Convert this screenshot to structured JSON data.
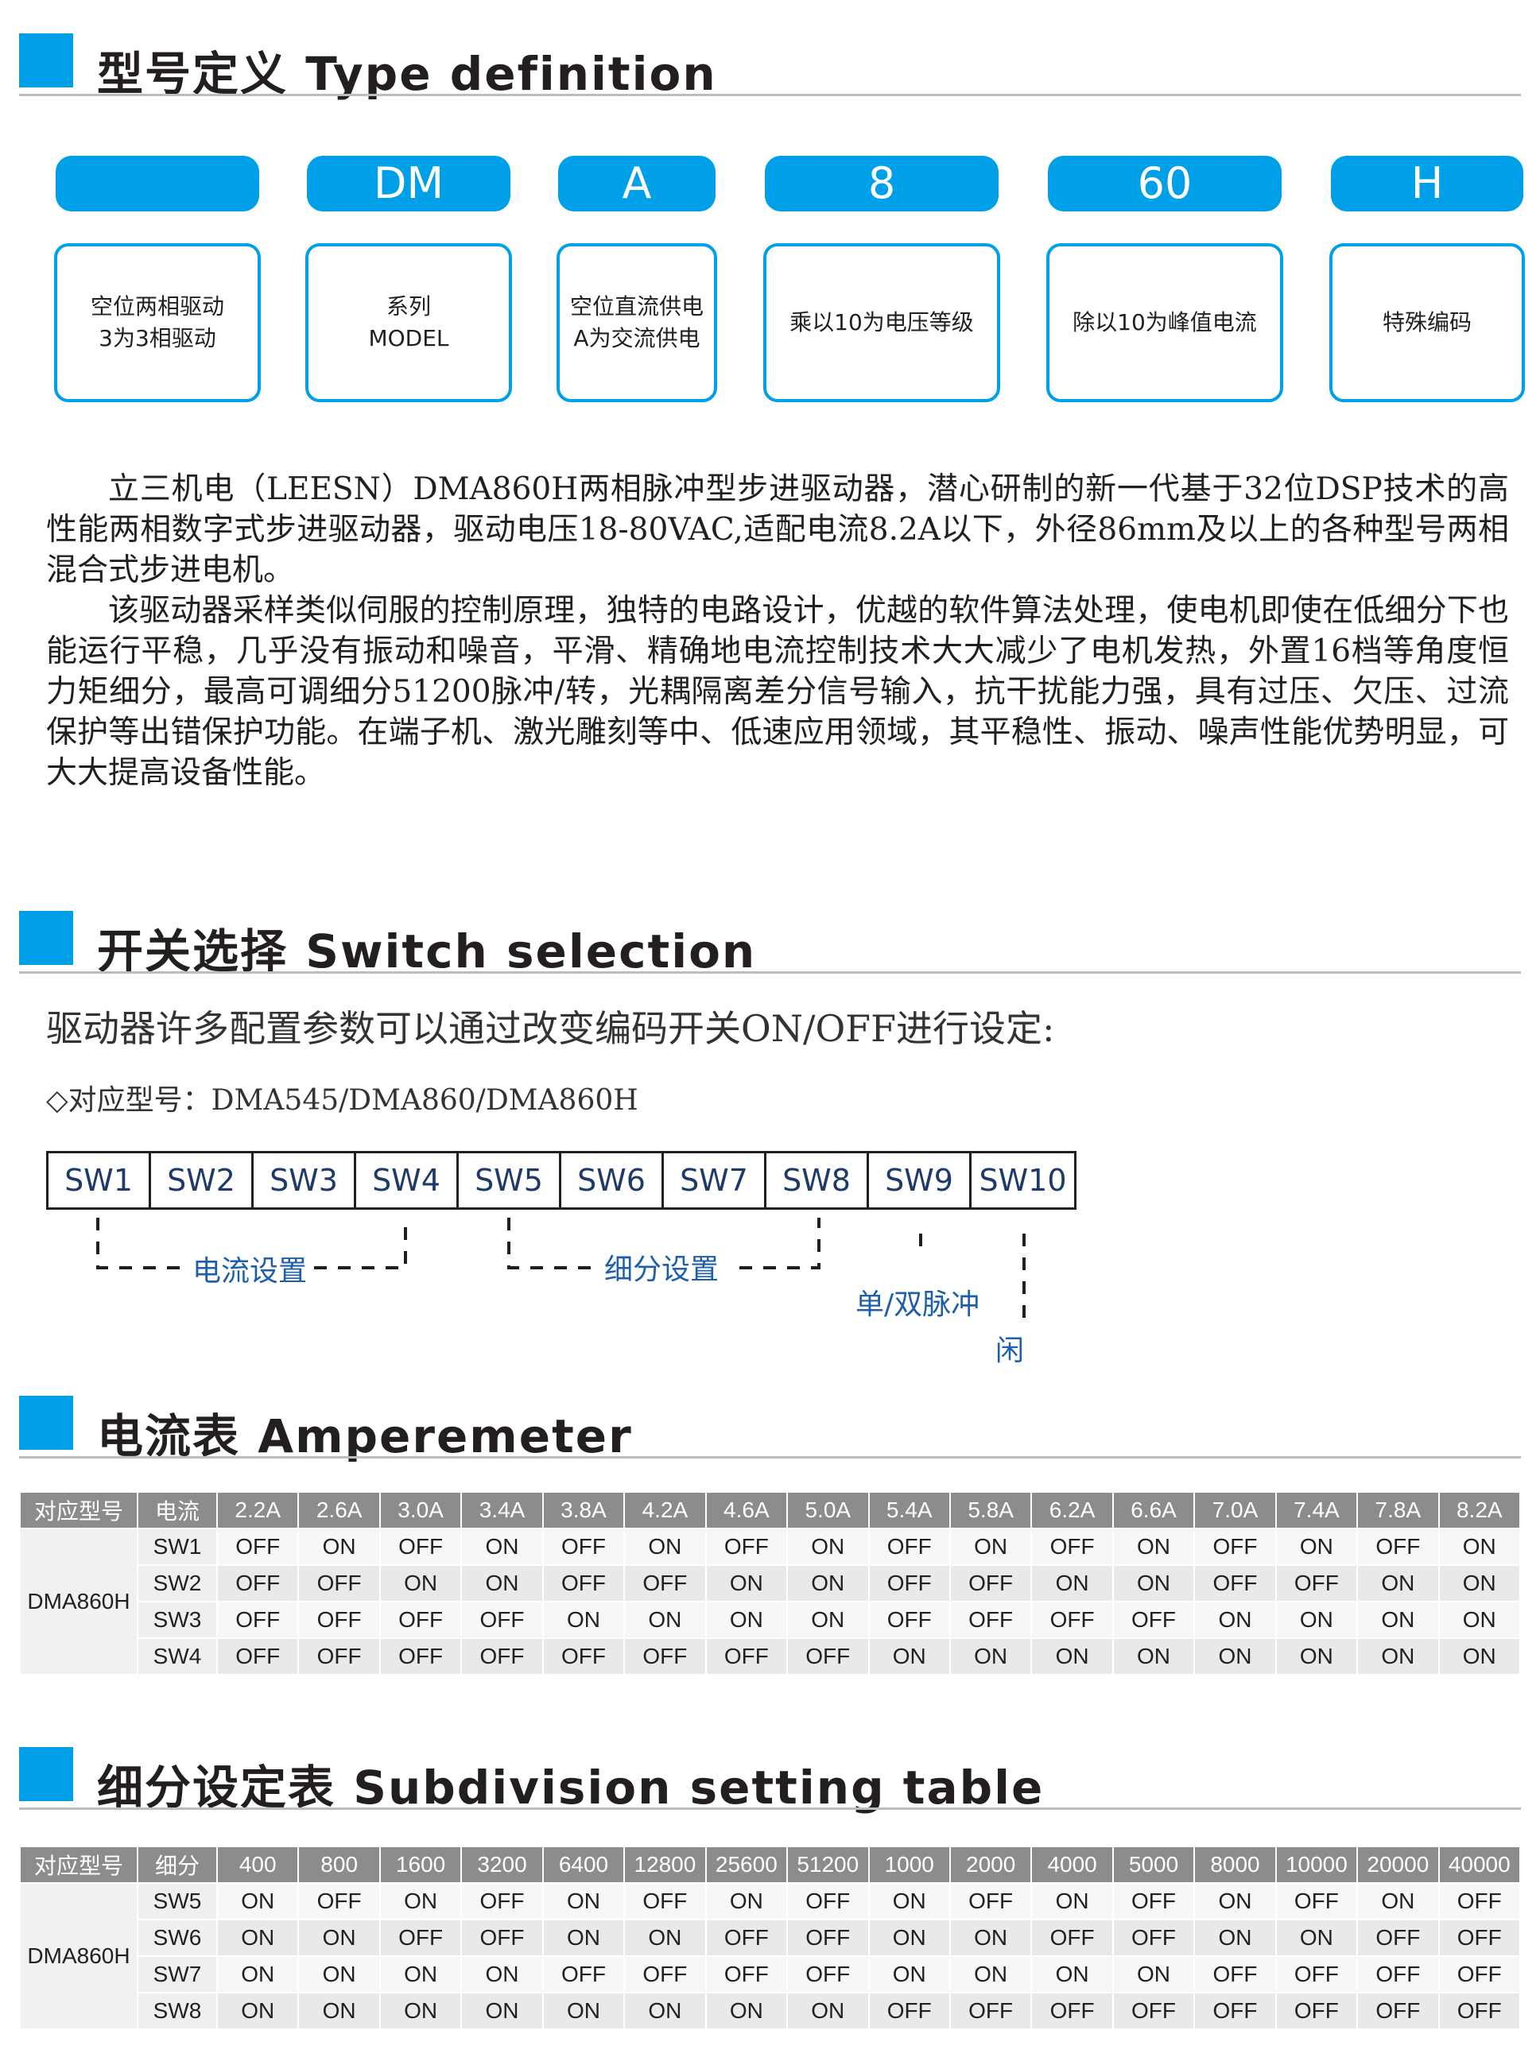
{
  "type_definition": {
    "title": "型号定义  Type definition",
    "codes": [
      "",
      "DM",
      "A",
      "8",
      "60",
      "H"
    ],
    "descriptions": [
      [
        "空位两相驱动",
        "3为3相驱动"
      ],
      [
        "系列",
        "MODEL"
      ],
      [
        "空位直流供电",
        "A为交流供电"
      ],
      [
        "乘以10为电压等级"
      ],
      [
        "除以10为峰值电流"
      ],
      [
        "特殊编码"
      ]
    ],
    "paragraph1": "立三机电（LEESN）DMA860H两相脉冲型步进驱动器，潜心研制的新一代基于32位DSP技术的高性能两相数字式步进驱动器，驱动电压18-80VAC,适配电流8.2A以下，外径86mm及以上的各种型号两相混合式步进电机。",
    "paragraph2": "该驱动器采样类似伺服的控制原理，独特的电路设计，优越的软件算法处理，使电机即使在低细分下也能运行平稳，几乎没有振动和噪音，平滑、精确地电流控制技术大大减少了电机发热，外置16档等角度恒力矩细分，最高可调细分51200脉冲/转，光耦隔离差分信号输入，抗干扰能力强，具有过压、欠压、过流保护等出错保护功能。在端子机、激光雕刻等中、低速应用领域，其平稳性、振动、噪声性能优势明显，可大大提高设备性能。"
  },
  "switch_selection": {
    "title": "开关选择  Switch selection",
    "intro": "驱动器许多配置参数可以通过改变编码开关ON/OFF进行设定:",
    "models": "◇对应型号：DMA545/DMA860/DMA860H",
    "switches": [
      "SW1",
      "SW2",
      "SW3",
      "SW4",
      "SW5",
      "SW6",
      "SW7",
      "SW8",
      "SW9",
      "SW10"
    ],
    "groups": {
      "current": "电流设置",
      "subdivision": "细分设置",
      "pulse": "单/双脉冲",
      "idle": "闲"
    }
  },
  "amperemeter": {
    "title": "电流表  Amperemeter",
    "header": [
      "对应型号",
      "电流",
      "2.2A",
      "2.6A",
      "3.0A",
      "3.4A",
      "3.8A",
      "4.2A",
      "4.6A",
      "5.0A",
      "5.4A",
      "5.8A",
      "6.2A",
      "6.6A",
      "7.0A",
      "7.4A",
      "7.8A",
      "8.2A"
    ],
    "model": "DMA860H",
    "rows": [
      {
        "sw": "SW1",
        "values": [
          "OFF",
          "ON",
          "OFF",
          "ON",
          "OFF",
          "ON",
          "OFF",
          "ON",
          "OFF",
          "ON",
          "OFF",
          "ON",
          "OFF",
          "ON",
          "OFF",
          "ON"
        ]
      },
      {
        "sw": "SW2",
        "values": [
          "OFF",
          "OFF",
          "ON",
          "ON",
          "OFF",
          "OFF",
          "ON",
          "ON",
          "OFF",
          "OFF",
          "ON",
          "ON",
          "OFF",
          "OFF",
          "ON",
          "ON"
        ]
      },
      {
        "sw": "SW3",
        "values": [
          "OFF",
          "OFF",
          "OFF",
          "OFF",
          "ON",
          "ON",
          "ON",
          "ON",
          "OFF",
          "OFF",
          "OFF",
          "OFF",
          "ON",
          "ON",
          "ON",
          "ON"
        ]
      },
      {
        "sw": "SW4",
        "values": [
          "OFF",
          "OFF",
          "OFF",
          "OFF",
          "OFF",
          "OFF",
          "OFF",
          "OFF",
          "ON",
          "ON",
          "ON",
          "ON",
          "ON",
          "ON",
          "ON",
          "ON"
        ]
      }
    ]
  },
  "subdivision": {
    "title": "细分设定表  Subdivision setting table",
    "header": [
      "对应型号",
      "细分",
      "400",
      "800",
      "1600",
      "3200",
      "6400",
      "12800",
      "25600",
      "51200",
      "1000",
      "2000",
      "4000",
      "5000",
      "8000",
      "10000",
      "20000",
      "40000"
    ],
    "model": "DMA860H",
    "rows": [
      {
        "sw": "SW5",
        "values": [
          "ON",
          "OFF",
          "ON",
          "OFF",
          "ON",
          "OFF",
          "ON",
          "OFF",
          "ON",
          "OFF",
          "ON",
          "OFF",
          "ON",
          "OFF",
          "ON",
          "OFF"
        ]
      },
      {
        "sw": "SW6",
        "values": [
          "ON",
          "ON",
          "OFF",
          "OFF",
          "ON",
          "ON",
          "OFF",
          "OFF",
          "ON",
          "ON",
          "OFF",
          "OFF",
          "ON",
          "ON",
          "OFF",
          "OFF"
        ]
      },
      {
        "sw": "SW7",
        "values": [
          "ON",
          "ON",
          "ON",
          "ON",
          "OFF",
          "OFF",
          "OFF",
          "OFF",
          "ON",
          "ON",
          "ON",
          "ON",
          "OFF",
          "OFF",
          "OFF",
          "OFF"
        ]
      },
      {
        "sw": "SW8",
        "values": [
          "ON",
          "ON",
          "ON",
          "ON",
          "ON",
          "ON",
          "ON",
          "ON",
          "OFF",
          "OFF",
          "OFF",
          "OFF",
          "OFF",
          "OFF",
          "OFF",
          "OFF"
        ]
      }
    ]
  },
  "colors": {
    "accent": "#00a0e9",
    "header_gray": "#8c8c8c",
    "bracket_blue": "#1d5fa8"
  }
}
